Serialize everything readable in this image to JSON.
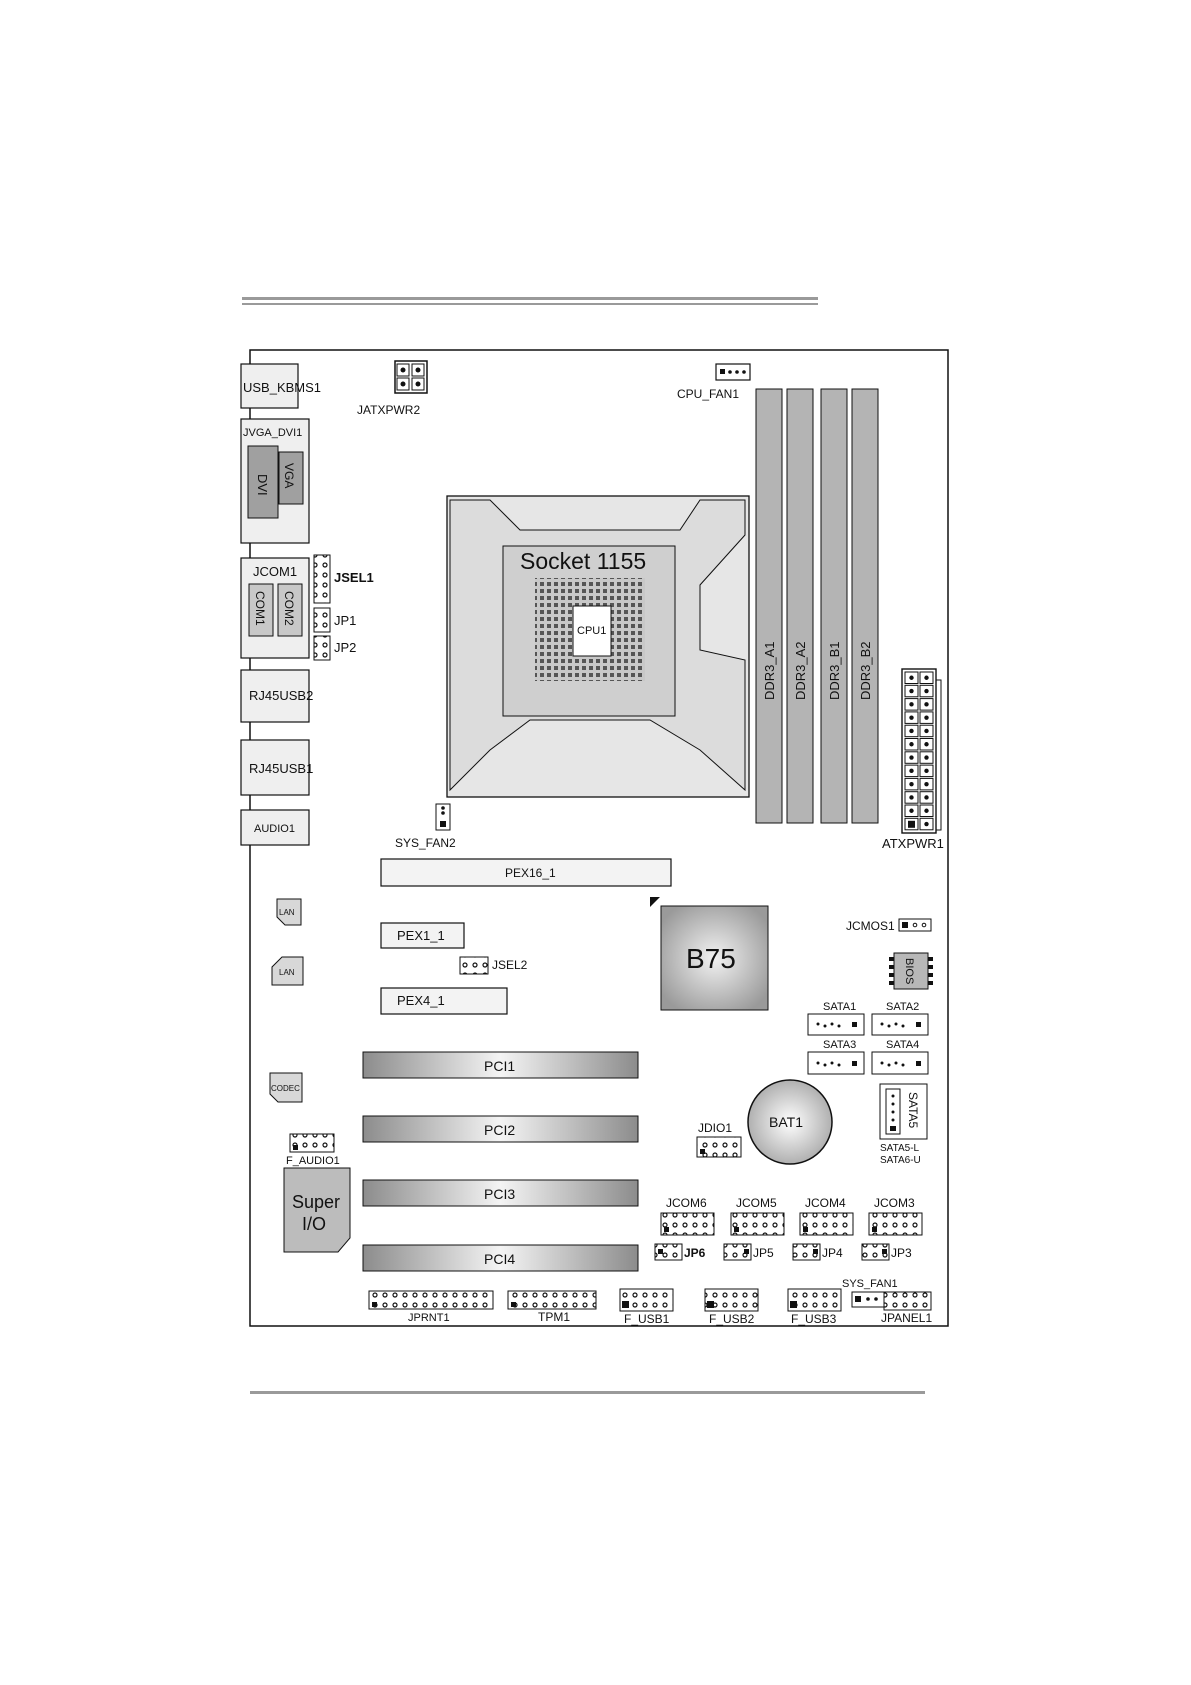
{
  "labels": {
    "usb_kbms1": "USB_KBMS1",
    "jatxpwr2": "JATXPWR2",
    "cpu_fan1": "CPU_FAN1",
    "jvga_dvi1": "JVGA_DVI1",
    "dvi": "DVI",
    "vga": "VGA",
    "jcom1": "JCOM1",
    "com1": "COM1",
    "com2": "COM2",
    "jsel1": "JSEL1",
    "jp1": "JP1",
    "jp2": "JP2",
    "rj45usb2": "RJ45USB2",
    "rj45usb1": "RJ45USB1",
    "audio1": "AUDIO1",
    "socket": "Socket 1155",
    "cpu1": "CPU1",
    "ddr3_a1": "DDR3_A1",
    "ddr3_a2": "DDR3_A2",
    "ddr3_b1": "DDR3_B1",
    "ddr3_b2": "DDR3_B2",
    "atxpwr1": "ATXPWR1",
    "sys_fan2": "SYS_FAN2",
    "pex16_1": "PEX16_1",
    "lan_a": "LAN",
    "lan_b": "LAN",
    "pex1_1": "PEX1_1",
    "jsel2": "JSEL2",
    "pex4_1": "PEX4_1",
    "b75": "B75",
    "jcmos1": "JCMOS1",
    "bios": "BIOS",
    "sata1": "SATA1",
    "sata2": "SATA2",
    "sata3": "SATA3",
    "sata4": "SATA4",
    "sata5": "SATA5",
    "sata5_l": "SATA5-L",
    "sata6_u": "SATA6-U",
    "codec": "CODEC",
    "pci1": "PCI1",
    "pci2": "PCI2",
    "pci3": "PCI3",
    "pci4": "PCI4",
    "jdio1": "JDIO1",
    "bat1": "BAT1",
    "f_audio1": "F_AUDIO1",
    "super": "Super",
    "io": "I/O",
    "jcom6": "JCOM6",
    "jcom5": "JCOM5",
    "jcom4": "JCOM4",
    "jcom3": "JCOM3",
    "jp6": "JP6",
    "jp5": "JP5",
    "jp4": "JP4",
    "jp3": "JP3",
    "sys_fan1": "SYS_FAN1",
    "jprnt1": "JPRNT1",
    "tpm1": "TPM1",
    "f_usb1": "F_USB1",
    "f_usb2": "F_USB2",
    "f_usb3": "F_USB3",
    "jpanel1": "JPANEL1"
  }
}
